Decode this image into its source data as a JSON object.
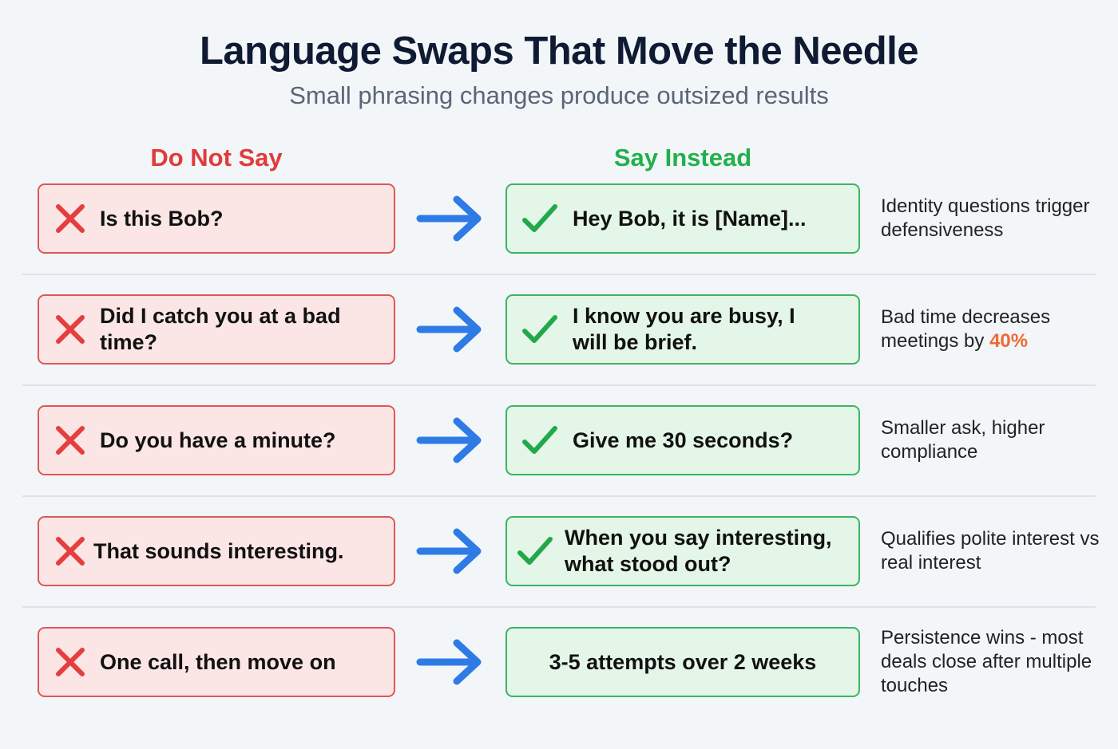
{
  "header": {
    "title": "Language Swaps That Move the Needle",
    "subtitle": "Small phrasing changes produce outsized results"
  },
  "columns": {
    "bad_label": "Do Not Say",
    "good_label": "Say Instead"
  },
  "colors": {
    "bad": "#e03b3b",
    "good": "#22b04c",
    "arrow": "#2f7be5",
    "highlight": "#ee6a35"
  },
  "rows": [
    {
      "bad": "Is this Bob?",
      "bad_icon": "x-icon",
      "good": "Hey Bob, it is [Name]...",
      "good_icon": "check-icon",
      "note": "Identity questions trigger defensiveness",
      "note_highlight": ""
    },
    {
      "bad": "Did I catch you at a bad time?",
      "bad_icon": "x-icon",
      "good": "I know you are busy, I will be brief.",
      "good_icon": "check-icon",
      "note": "Bad time decreases meetings by ",
      "note_highlight": "40%"
    },
    {
      "bad": "Do you have a minute?",
      "bad_icon": "x-icon",
      "good": "Give me 30 seconds?",
      "good_icon": "check-icon",
      "note": "Smaller ask, higher compliance",
      "note_highlight": ""
    },
    {
      "bad": "That sounds interesting.",
      "bad_icon": "x-icon",
      "good": "When you say interesting, what stood out?",
      "good_icon": "check-icon",
      "note": "Qualifies polite interest vs real interest",
      "note_highlight": ""
    },
    {
      "bad": "One call, then move on",
      "bad_icon": "x-icon",
      "good": "3-5 attempts over 2 weeks",
      "good_icon": "",
      "note": "Persistence wins - most deals close after multiple touches",
      "note_highlight": ""
    }
  ]
}
